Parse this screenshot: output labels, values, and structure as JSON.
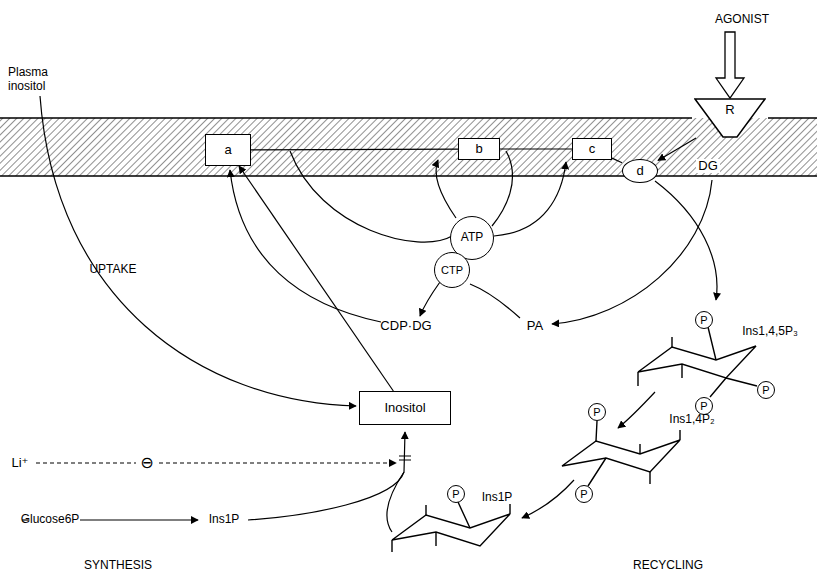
{
  "diagram": {
    "nodes": [
      {
        "text": [
          "R"
        ]
      },
      {
        "text": [
          "a"
        ]
      },
      {
        "text": [
          "b"
        ]
      },
      {
        "text": [
          "c"
        ]
      },
      {
        "text": [
          "d"
        ]
      },
      {
        "text": [
          "ATP"
        ]
      },
      {
        "text": [
          "CTP"
        ]
      },
      {
        "text": [
          "Inositol"
        ]
      },
      {
        "text": [
          "P"
        ]
      },
      {
        "text": [
          "P"
        ]
      },
      {
        "text": [
          "P"
        ]
      },
      {
        "text": [
          "P"
        ]
      },
      {
        "text": [
          "P"
        ]
      },
      {
        "text": [
          "P"
        ]
      }
    ],
    "edges": [
      {
        "from": 1,
        "to": 2,
        "arrow": "none"
      },
      {
        "from": 2,
        "to": 3,
        "arrow": "none"
      },
      {
        "from": 3,
        "to": 4,
        "arrow": "none"
      },
      {
        "from": 0,
        "to": 4,
        "arrow": "to"
      },
      {
        "from": 7,
        "to": 1,
        "arrow": "to"
      }
    ],
    "labels": [
      "AGONIST",
      "Plasma inositol",
      "DG",
      "UPTAKE",
      "CDP·DG",
      "PA",
      "Ins1,4,5P₃",
      "Ins1,4P₂",
      "Li⁺",
      "⊖",
      "Glucose6P",
      "Ins1P",
      "Ins1P",
      "SYNTHESIS",
      "RECYCLING"
    ]
  }
}
